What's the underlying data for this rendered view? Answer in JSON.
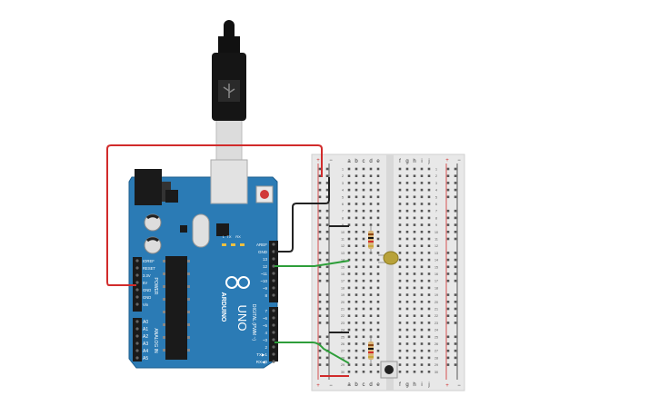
{
  "arduino": {
    "brand": "ARDUINO",
    "model": "UNO",
    "power_section": "POWER",
    "analog_section": "ANALOG IN",
    "digital_section": "DIGITAL (PWM ~)",
    "led_tx": "TX",
    "led_rx": "RX",
    "led_l": "L",
    "header_top_labels": [
      "AREF",
      "GND",
      "13",
      "12",
      "~11",
      "~10",
      "~9",
      "8"
    ],
    "header_mid_labels": [
      "7",
      "~6",
      "~5",
      "4",
      "~3",
      "2",
      "TX▶1",
      "RX◀0"
    ],
    "power_pins": [
      "IOREF",
      "RESET",
      "3.3V",
      "5V",
      "GND",
      "GND",
      "Vin"
    ],
    "analog_pins": [
      "A0",
      "A1",
      "A2",
      "A3",
      "A4",
      "A5"
    ]
  },
  "breadboard": {
    "rail_plus": "+",
    "rail_minus": "−",
    "columns_left": [
      "a",
      "b",
      "c",
      "d",
      "e"
    ],
    "columns_right": [
      "f",
      "g",
      "h",
      "i",
      "j"
    ],
    "row_count": 30
  },
  "colors": {
    "board": "#2b7bb5",
    "board_dark": "#1f5f8e",
    "wire_red": "#d12b2b",
    "wire_black": "#222222",
    "wire_green": "#2e9e3a",
    "breadboard": "#e8e8e8",
    "led": "#b8a23a"
  }
}
